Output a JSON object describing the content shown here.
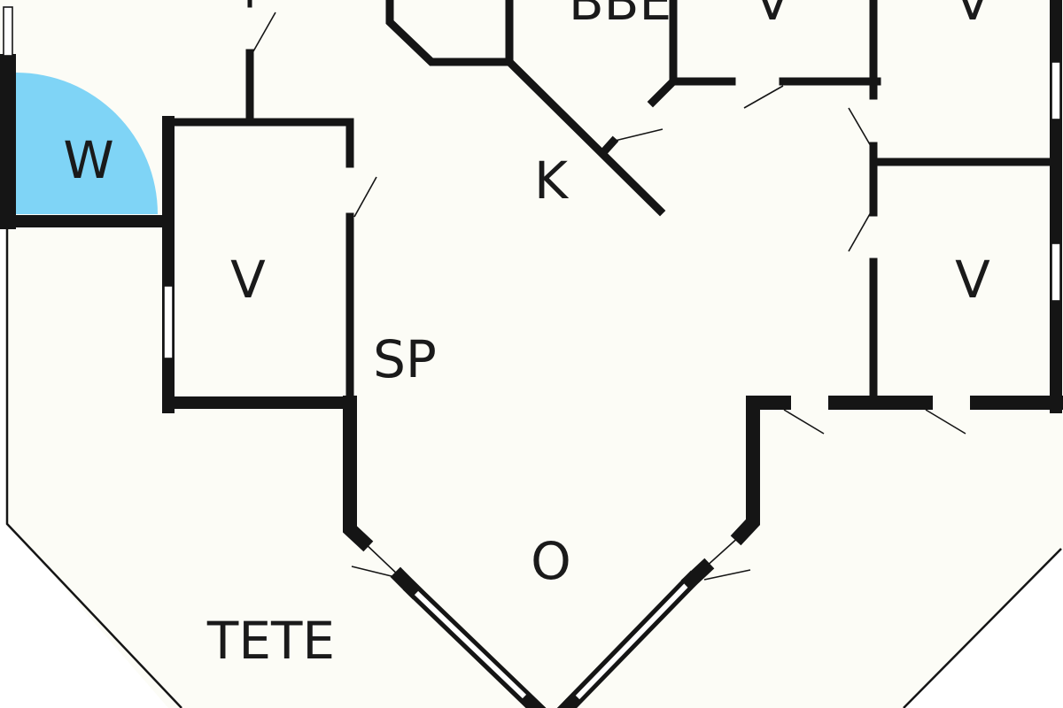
{
  "floorplan": {
    "colors": {
      "background": "#fcfcf6",
      "wall": "#151515",
      "highlight": "#7fd4f6"
    },
    "rooms": {
      "w": "W",
      "v_small_left": "V",
      "k": "K",
      "sp": "SP",
      "v_right": "V",
      "o": "O",
      "tete": "TETE",
      "bbe_partial": "BBE",
      "v_top_mid": "V",
      "v_top_right": "V"
    }
  }
}
